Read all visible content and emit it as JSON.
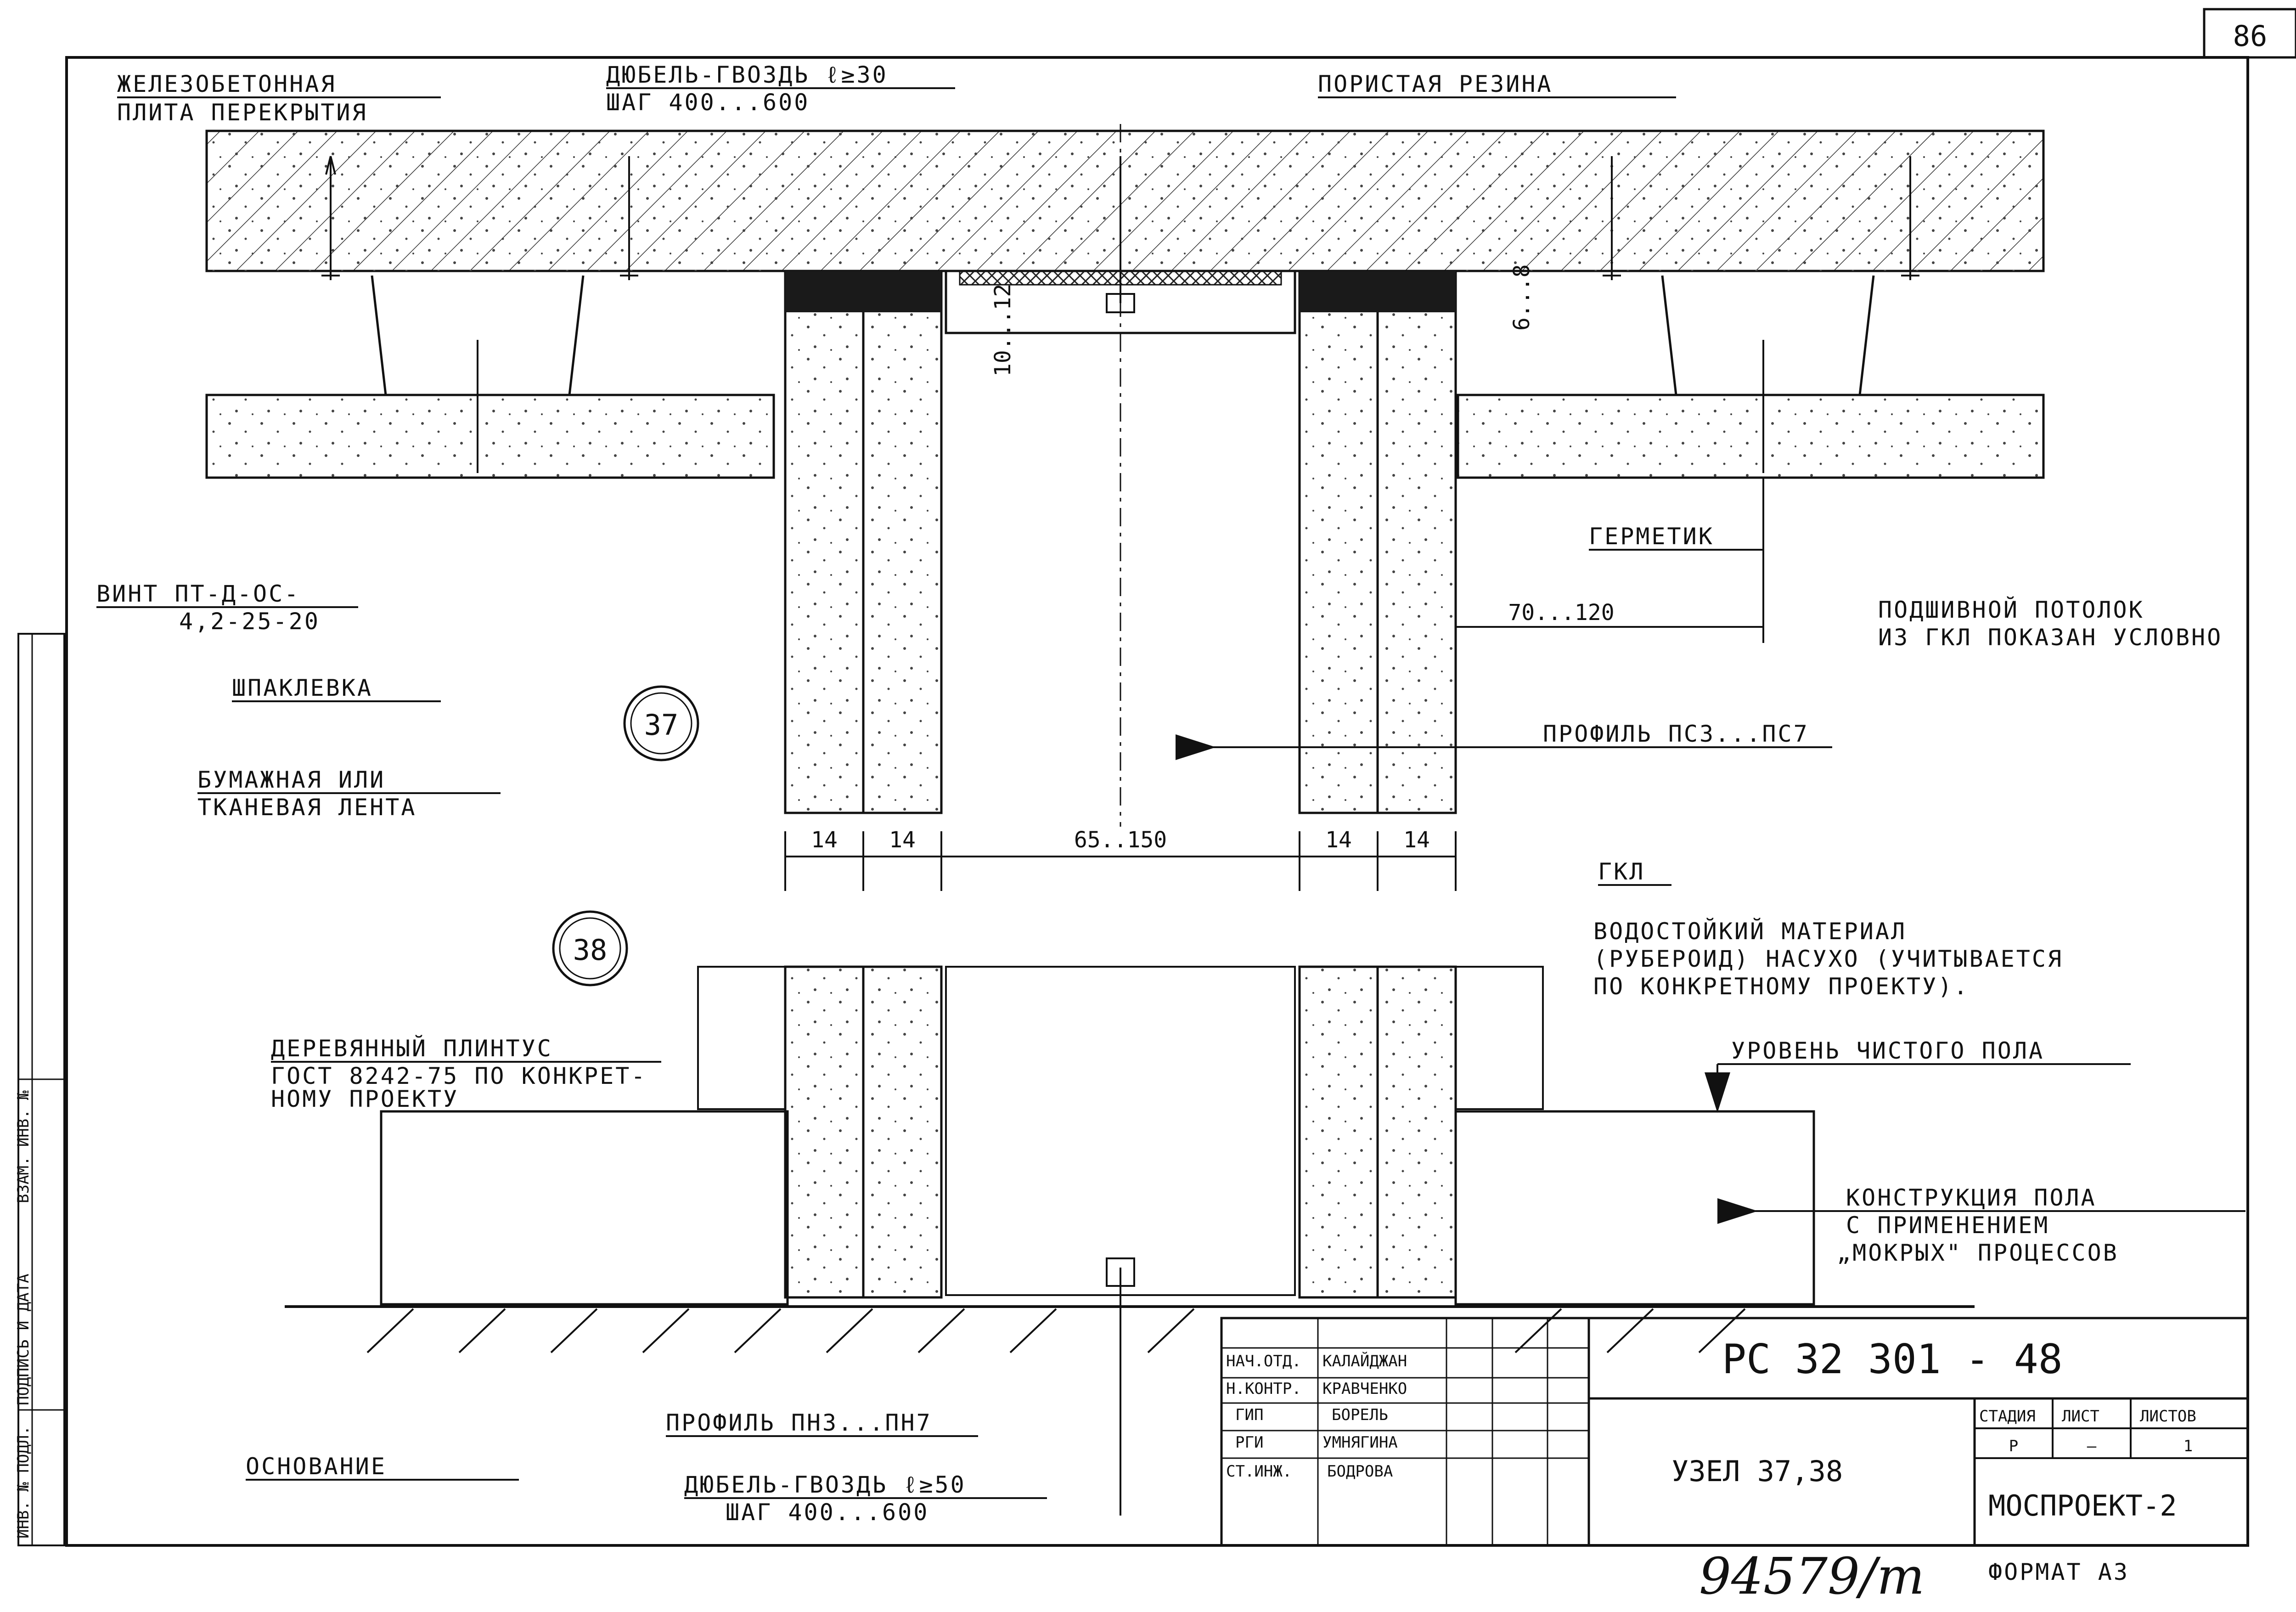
{
  "sheet_number": "86",
  "nodes": {
    "n37": "37",
    "n38": "38"
  },
  "labels": {
    "slab": [
      "ЖЕЛЕЗОБЕТОННАЯ",
      "ПЛИТА ПЕРЕКРЫТИЯ"
    ],
    "dowel_top": [
      "ДЮБЕЛЬ-ГВОЗДЬ ℓ≥30",
      "ШАГ 400...600"
    ],
    "porous_rubber": "ПОРИСТАЯ РЕЗИНА",
    "screw": [
      "ВИНТ ПТ-Д-ОС-",
      "4,2-25-20"
    ],
    "putty": "ШПАКЛЕВКА",
    "tape": [
      "БУМАЖНАЯ ИЛИ",
      "ТКАНЕВАЯ ЛЕНТА"
    ],
    "sealant": "ГЕРМЕТИК",
    "ceiling": [
      "ПОДШИВНОЙ ПОТОЛОК",
      "ИЗ ГКЛ ПОКАЗАН УСЛОВНО"
    ],
    "profile_ps": "ПРОФИЛЬ ПС3...ПС7",
    "gkl": "ГКЛ",
    "waterproof": [
      "ВОДОСТОЙКИЙ МАТЕРИАЛ",
      "(РУБЕРОИД) НАСУХО (УЧИТЫВАЕТСЯ",
      "ПО КОНКРЕТНОМУ ПРОЕКТУ)."
    ],
    "plinth": [
      "ДЕРЕВЯННЫЙ ПЛИНТУС",
      "ГОСТ 8242-75 ПО КОНКРЕТ-",
      "НОМУ ПРОЕКТУ"
    ],
    "floor_level": "УРОВЕНЬ ЧИСТОГО ПОЛА",
    "floor_construction": [
      "КОНСТРУКЦИЯ ПОЛА",
      "С ПРИМЕНЕНИЕМ",
      "„МОКРЫХ\" ПРОЦЕССОВ"
    ],
    "profile_pn": "ПРОФИЛЬ ПН3...ПН7",
    "base": "ОСНОВАНИЕ",
    "dowel_bottom": [
      "ДЮБЕЛЬ-ГВОЗДЬ ℓ≥50",
      "ШАГ 400...600"
    ]
  },
  "dimensions": {
    "d1": "14",
    "d2": "14",
    "d3": "65..150",
    "d4": "14",
    "d5": "14",
    "gap_top": "10...12",
    "gap_right": "6...8",
    "offset": "70...120"
  },
  "margin_stamps": [
    "ИНВ. № ПОДЛ.",
    "ПОДПИСЬ И ДАТА",
    "ВЗАМ. ИНВ. №"
  ],
  "title_block": {
    "code": "РС 32 301 - 48",
    "title": "УЗЕЛ 37,38",
    "org": "МОСПРОЕКТ-2",
    "stage_header": "СТАДИЯ",
    "sheet_header": "ЛИСТ",
    "sheets_header": "ЛИСТОВ",
    "stage": "Р",
    "sheet": "—",
    "sheets": "1",
    "roles": [
      "НАЧ.ОТД.",
      "Н.КОНТР.",
      "ГИП",
      "РГИ",
      "СТ.ИНЖ."
    ],
    "names": [
      "КАЛАЙДЖАН",
      "КРАВЧЕНКО",
      "БОРЕЛЬ",
      "УМНЯГИНА",
      "БОДРОВА"
    ]
  },
  "inventory_number": "94579/т",
  "format": "ФОРМАТ А3"
}
